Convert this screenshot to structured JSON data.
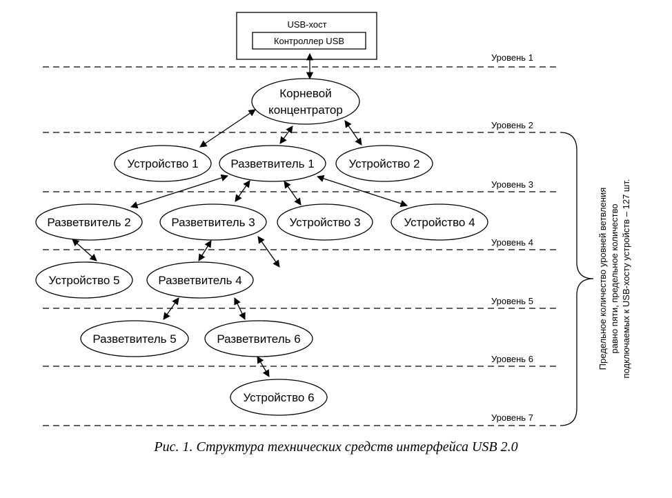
{
  "host": {
    "title": "USB-хост",
    "controller": "Контроллер USB"
  },
  "root_hub": {
    "line1": "Корневой",
    "line2": "концентратор"
  },
  "nodes": {
    "device1": "Устройство 1",
    "hub1": "Разветвитель 1",
    "device2": "Устройство 2",
    "hub2": "Разветвитель 2",
    "hub3": "Разветвитель 3",
    "device3": "Устройство 3",
    "device4": "Устройство 4",
    "device5": "Устройство 5",
    "hub4": "Разветвитель 4",
    "hub5": "Разветвитель 5",
    "hub6": "Разветвитель 6",
    "device6": "Устройство 6"
  },
  "levels": [
    "Уровень 1",
    "Уровень 2",
    "Уровень 3",
    "Уровень 4",
    "Уровень 5",
    "Уровень 6",
    "Уровень 7"
  ],
  "note": {
    "line1": "Предельное количество уровней ветвления",
    "line2": "равно пяти, предельное количество",
    "line3": "подключаемых к USB-хосту устройств – 127 шт."
  },
  "caption": "Рис. 1. Структура технических средств интерфейса USB 2.0"
}
